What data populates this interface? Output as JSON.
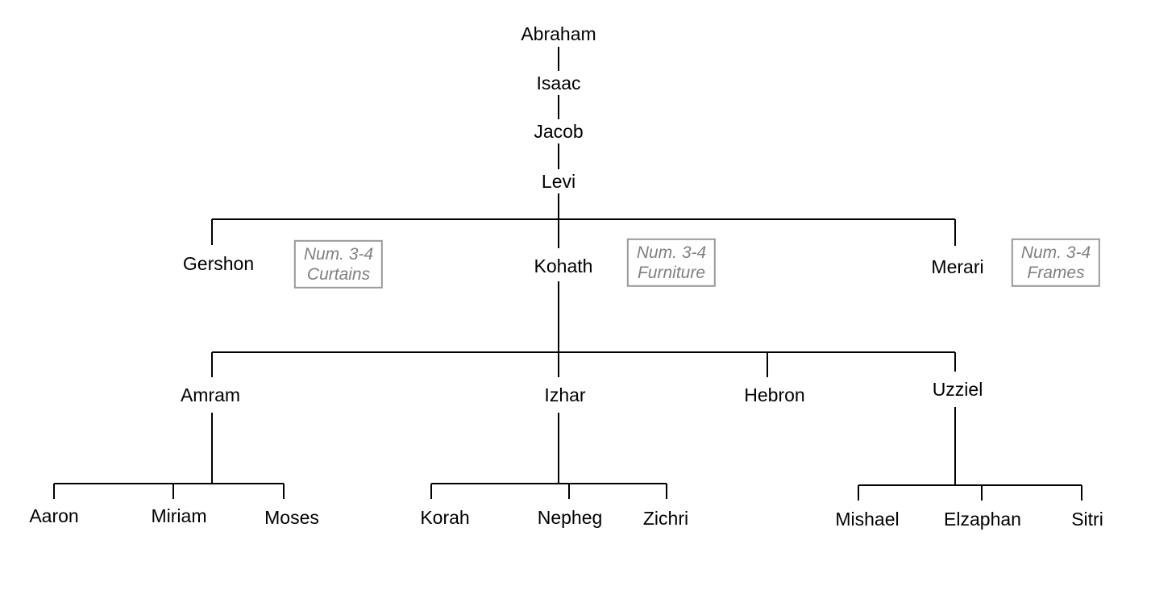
{
  "colors": {
    "background": "#ffffff",
    "line": "#000000",
    "text": "#000000",
    "annotation_border": "#999999",
    "annotation_text": "#808080"
  },
  "nodes": {
    "abraham": {
      "label": "Abraham"
    },
    "isaac": {
      "label": "Isaac"
    },
    "jacob": {
      "label": "Jacob"
    },
    "levi": {
      "label": "Levi"
    },
    "gershon": {
      "label": "Gershon"
    },
    "kohath": {
      "label": "Kohath"
    },
    "merari": {
      "label": "Merari"
    },
    "amram": {
      "label": "Amram"
    },
    "izhar": {
      "label": "Izhar"
    },
    "hebron": {
      "label": "Hebron"
    },
    "uzziel": {
      "label": "Uzziel"
    },
    "aaron": {
      "label": "Aaron"
    },
    "miriam": {
      "label": "Miriam"
    },
    "moses": {
      "label": "Moses"
    },
    "korah": {
      "label": "Korah"
    },
    "nepheg": {
      "label": "Nepheg"
    },
    "zichri": {
      "label": "Zichri"
    },
    "mishael": {
      "label": "Mishael"
    },
    "elzaphan": {
      "label": "Elzaphan"
    },
    "sitri": {
      "label": "Sitri"
    }
  },
  "annotations": {
    "curtains": {
      "line1": "Num. 3-4",
      "line2": "Curtains"
    },
    "furniture": {
      "line1": "Num. 3-4",
      "line2": "Furniture"
    },
    "frames": {
      "line1": "Num. 3-4",
      "line2": "Frames"
    }
  },
  "relationships": {
    "abraham": [
      "isaac"
    ],
    "isaac": [
      "jacob"
    ],
    "jacob": [
      "levi"
    ],
    "levi": [
      "gershon",
      "kohath",
      "merari"
    ],
    "kohath": [
      "amram",
      "izhar",
      "hebron",
      "uzziel"
    ],
    "amram": [
      "aaron",
      "miriam",
      "moses"
    ],
    "izhar": [
      "korah",
      "nepheg",
      "zichri"
    ],
    "uzziel": [
      "mishael",
      "elzaphan",
      "sitri"
    ]
  }
}
